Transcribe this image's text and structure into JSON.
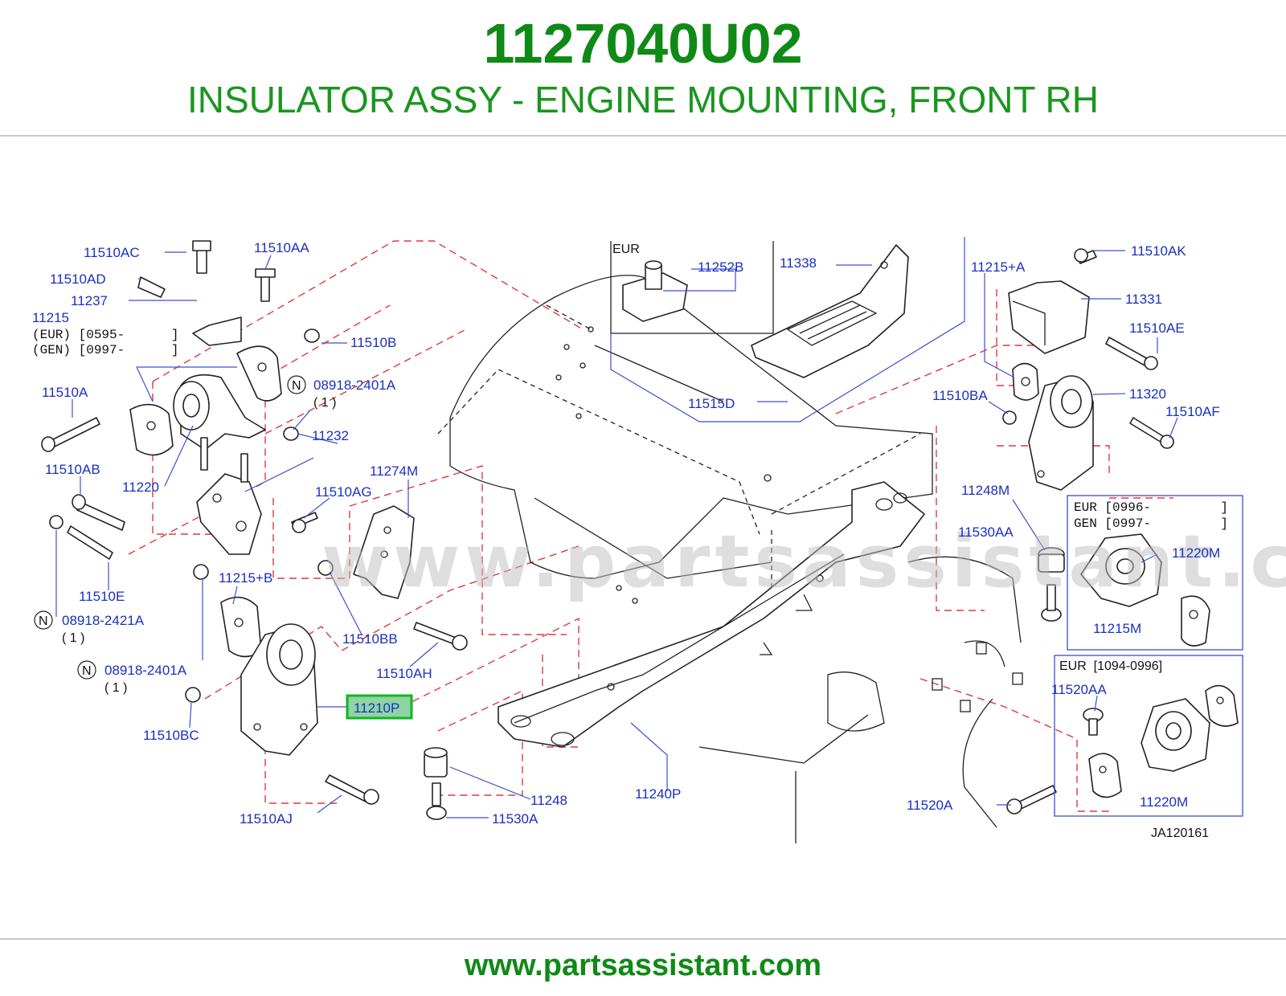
{
  "header": {
    "part_number": "1127040U02",
    "part_name": "INSULATOR ASSY - ENGINE MOUNTING, FRONT RH"
  },
  "footer": {
    "site": "www.partsassistant.com"
  },
  "watermark": "www.partsassistant.com",
  "diagram": {
    "code": "JA120161",
    "highlight_color": "#12b51e",
    "label_color": "#1b2fc2",
    "boxes": {
      "eur_top": "EUR",
      "eur_gen_head1": "EUR [0996-         ]",
      "eur_gen_head2": "GEN [0997-         ]",
      "eur_low": "EUR  [1094-0996]"
    },
    "text_11215": {
      "l1": "11215",
      "l2": "(EUR) [0595-      ]",
      "l3": "(GEN) [0997-      ]"
    },
    "n_marks": {
      "n1": "N",
      "n2": "N",
      "n3": "N"
    },
    "qty": {
      "q1": "( 1 )",
      "q2": "( 1 )",
      "q3": "( 1 )"
    },
    "labels": {
      "p11510AC": "11510AC",
      "p11510AA": "11510AA",
      "p11510AD": "11510AD",
      "p11237": "11237",
      "p11510B": "11510B",
      "p08918_2401A_a": "08918-2401A",
      "p11510A": "11510A",
      "p11232": "11232",
      "p11510AB": "11510AB",
      "p11220": "11220",
      "p11274M": "11274M",
      "p11510AG": "11510AG",
      "p11510E": "11510E",
      "p11215B": "11215+B",
      "p08918_2421A": "08918-2421A",
      "p11510BB": "11510BB",
      "p11510AH": "11510AH",
      "p08918_2401A_b": "08918-2401A",
      "p11210P": "11210P",
      "p11510BC": "11510BC",
      "p11510AJ": "11510AJ",
      "p11248": "11248",
      "p11530A": "11530A",
      "p11240P": "11240P",
      "p11252B": "11252B",
      "p11338": "11338",
      "p11515D": "11515D",
      "p11215A": "11215+A",
      "p11510AK": "11510AK",
      "p11331": "11331",
      "p11510AE": "11510AE",
      "p11510BA": "11510BA",
      "p11320": "11320",
      "p11510AF": "11510AF",
      "p11248M": "11248M",
      "p11530AA": "11530AA",
      "p11220M_a": "11220M",
      "p11215M": "11215M",
      "p11520AA": "11520AA",
      "p11520A": "11520A",
      "p11220M_b": "11220M"
    }
  }
}
